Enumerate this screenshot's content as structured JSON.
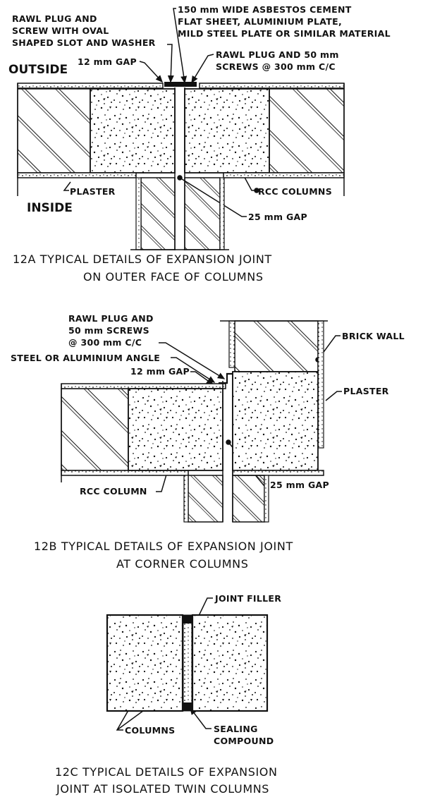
{
  "colors": {
    "ink": "#111111",
    "paper": "#ffffff"
  },
  "figures": [
    {
      "id": "12A",
      "caption_line1": "12A  TYPICAL DETAILS OF  EXPANSION JOINT",
      "caption_line2": "ON OUTER FACE OF COLUMNS",
      "labels": {
        "rawl_plug_oval_1": "RAWL PLUG AND",
        "rawl_plug_oval_2": "SCREW WITH OVAL",
        "rawl_plug_oval_3": "SHAPED SLOT AND WASHER",
        "cover_plate_1": "150 mm WIDE ASBESTOS CEMENT",
        "cover_plate_2": "FLAT SHEET, ALUMINIUM PLATE,",
        "cover_plate_3": "MILD STEEL PLATE OR SIMILAR MATERIAL",
        "rawl_plug_screws_1": "RAWL PLUG AND 50 mm",
        "rawl_plug_screws_2": "SCREWS @ 300 mm C/C",
        "gap_12": "12 mm GAP",
        "outside": "OUTSIDE",
        "inside": "INSIDE",
        "plaster": "PLASTER",
        "rcc_columns": "RCC COLUMNS",
        "gap_25": "25 mm GAP"
      }
    },
    {
      "id": "12B",
      "caption_line1": "12B  TYPICAL DETAILS OF EXPANSION JOINT",
      "caption_line2": "AT CORNER COLUMNS",
      "labels": {
        "rawl_plug_1": "RAWL PLUG AND",
        "rawl_plug_2": "50 mm  SCREWS",
        "rawl_plug_3": "@ 300 mm C/C",
        "angle": "STEEL OR ALUMINIUM ANGLE",
        "gap_12": "12 mm GAP",
        "brick_wall": "BRICK WALL",
        "plaster": "PLASTER",
        "rcc_column": "RCC COLUMN",
        "gap_25": "25 mm GAP"
      }
    },
    {
      "id": "12C",
      "caption_line1": "12C  TYPICAL DETAILS OF EXPANSION",
      "caption_line2": "JOINT AT ISOLATED TWIN COLUMNS",
      "labels": {
        "joint_filler": "JOINT FILLER",
        "columns": "COLUMNS",
        "sealing_1": "SEALING",
        "sealing_2": "COMPOUND"
      }
    }
  ]
}
